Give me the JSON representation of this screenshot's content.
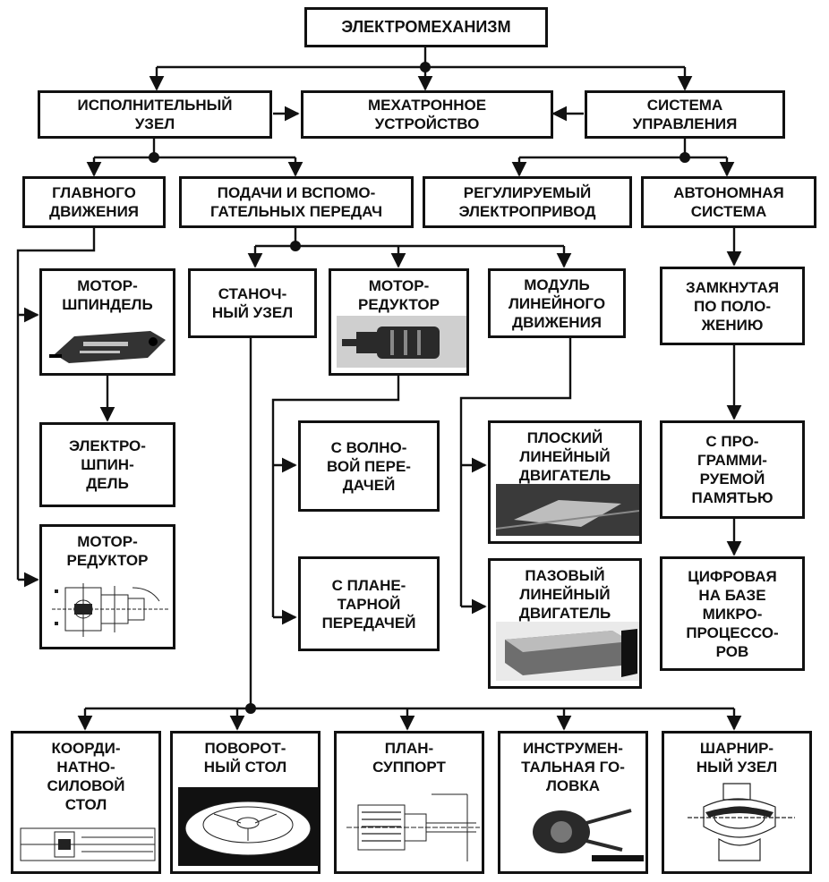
{
  "root": "ЭЛЕКТРОМЕХАНИЗМ",
  "level1": {
    "executive": "ИСПОЛНИТЕЛЬНЫЙ\nУЗЕЛ",
    "mechatronic": "МЕХАТРОННОЕ\nУСТРОЙСТВО",
    "control": "СИСТЕМА\nУПРАВЛЕНИЯ"
  },
  "level2": {
    "main_motion": "ГЛАВНОГО\nДВИЖЕНИЯ",
    "feed": "ПОДАЧИ И ВСПОМО-\nГАТЕЛЬНЫХ ПЕРЕДАЧ",
    "drive": "РЕГУЛИРУЕМЫЙ\nЭЛЕКТРОПРИВОД",
    "autonomous": "АВТОНОМНАЯ\nСИСТЕМА"
  },
  "main_branch": {
    "motor_spindle": "МОТОР-\nШПИНДЕЛЬ",
    "electro_spindle": "ЭЛЕКТРО-\nШПИН-\nДЕЛЬ",
    "motor_reducer": "МОТОР-\nРЕДУКТОР"
  },
  "feed_branch": {
    "machine_unit": "СТАНОЧ-\nНЫЙ УЗЕЛ",
    "motor_reducer": "МОТОР-\nРЕДУКТОР",
    "linear_module": "МОДУЛЬ\nЛИНЕЙНОГО\nДВИЖЕНИЯ",
    "wave_gear": "С ВОЛНО-\nВОЙ ПЕРЕ-\nДАЧЕЙ",
    "planetary_gear": "С ПЛАНЕ-\nТАРНОЙ\nПЕРЕДАЧЕЙ",
    "flat_motor": "ПЛОСКИЙ\nЛИНЕЙНЫЙ\nДВИГАТЕЛЬ",
    "slot_motor": "ПАЗОВЫЙ\nЛИНЕЙНЫЙ\nДВИГАТЕЛЬ"
  },
  "control_branch": {
    "closed_loop": "ЗАМКНУТАЯ\nПО ПОЛО-\nЖЕНИЮ",
    "programmable": "С ПРО-\nГРАММИ-\nРУЕМОЙ\nПАМЯТЬЮ",
    "digital": "ЦИФРОВАЯ\nНА БАЗЕ\nМИКРО-\nПРОЦЕССО-\nРОВ"
  },
  "bottom": {
    "coord_table": "КООРДИ-\nНАТНО-\nСИЛОВОЙ\nСТОЛ",
    "rotary_table": "ПОВОРОТ-\nНЫЙ СТОЛ",
    "plan_support": "ПЛАН-\nСУППОРТ",
    "tool_head": "ИНСТРУМЕН-\nТАЛЬНАЯ ГО-\nЛОВКА",
    "hinge_unit": "ШАРНИР-\nНЫЙ УЗЕЛ"
  }
}
